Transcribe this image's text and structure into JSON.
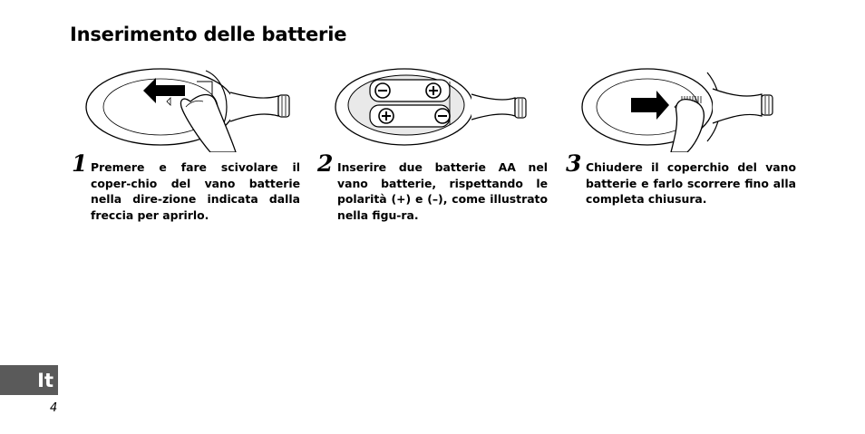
{
  "header": {
    "title": "Inserimento delle batterie"
  },
  "steps": [
    {
      "number": "1",
      "text": "Premere e fare scivolare il coper-chio del vano batterie nella dire-zione indicata dalla freccia per aprirlo."
    },
    {
      "number": "2",
      "text": "Inserire due batterie AA nel vano batterie, rispettando le polarità (+) e (–), come illustrato nella figu-ra."
    },
    {
      "number": "3",
      "text": "Chiudere il coperchio del vano batterie e farlo scorrere fino alla completa chiusura."
    }
  ],
  "footer": {
    "language_tab": "It",
    "page_number": "4"
  }
}
